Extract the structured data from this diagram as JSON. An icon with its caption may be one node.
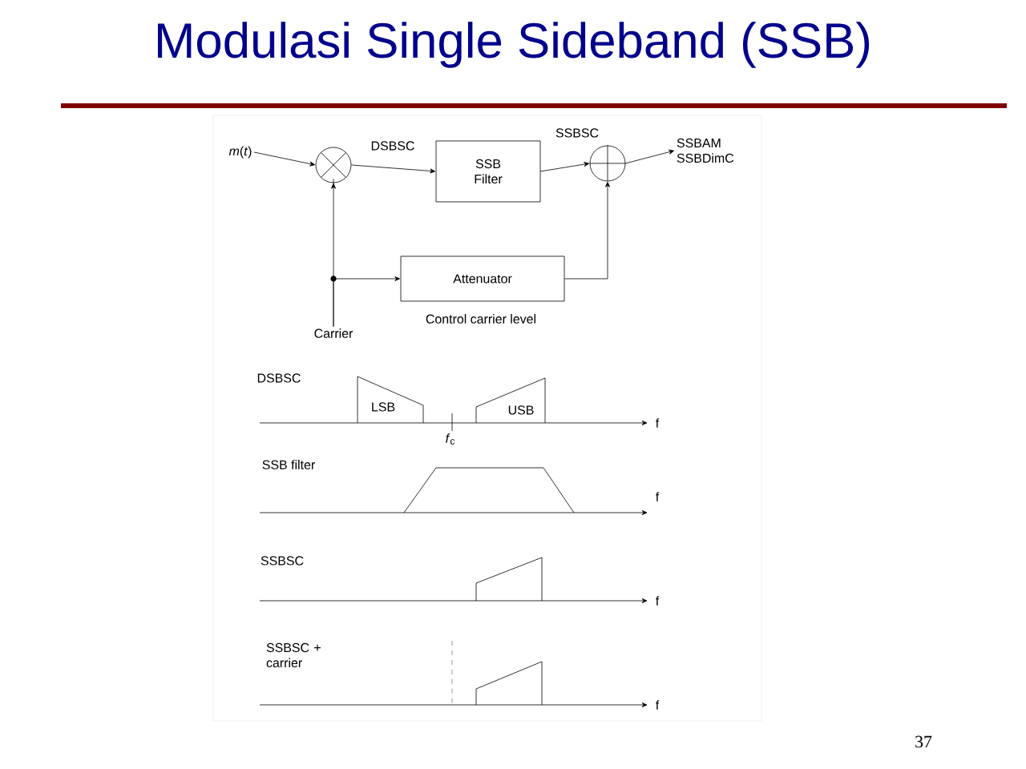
{
  "diagram": {
    "title": "Modulasi Single Sideband (SSB)",
    "nodes": [
      {
        "text": [
          "*m*(*t*)"
        ]
      },
      {
        "text": [],
        "shape": "circle"
      },
      {
        "text": [
          "SSB Filter"
        ]
      },
      {
        "text": [],
        "shape": "circle"
      },
      {
        "text": [
          "SSBAM SSBDimC"
        ]
      },
      {
        "text": [
          "Attenuator"
        ],
        "beside": [
          "Control carrier level"
        ]
      },
      {
        "text": [
          "Carrier"
        ]
      }
    ],
    "edges": [
      {
        "from": 0,
        "to": 1,
        "arrow": "to"
      },
      {
        "from": 1,
        "to": 2,
        "arrow": "to",
        "label": "DSBSC"
      },
      {
        "from": 2,
        "to": 3,
        "arrow": "to",
        "label": "SSBSC"
      },
      {
        "from": 3,
        "to": 4,
        "arrow": "to"
      },
      {
        "from": 6,
        "to": 1,
        "arrow": "to"
      },
      {
        "from": 6,
        "to": 5,
        "arrow": "to"
      },
      {
        "from": 5,
        "to": 3,
        "arrow": "to"
      }
    ],
    "labels": [
      "DSBSC",
      "LSB",
      "USB",
      "f",
      "*f*$_{c}$",
      "SSB filter",
      "f",
      "SSBSC",
      "f",
      "SSBSC + carrier",
      "f",
      "37"
    ]
  }
}
